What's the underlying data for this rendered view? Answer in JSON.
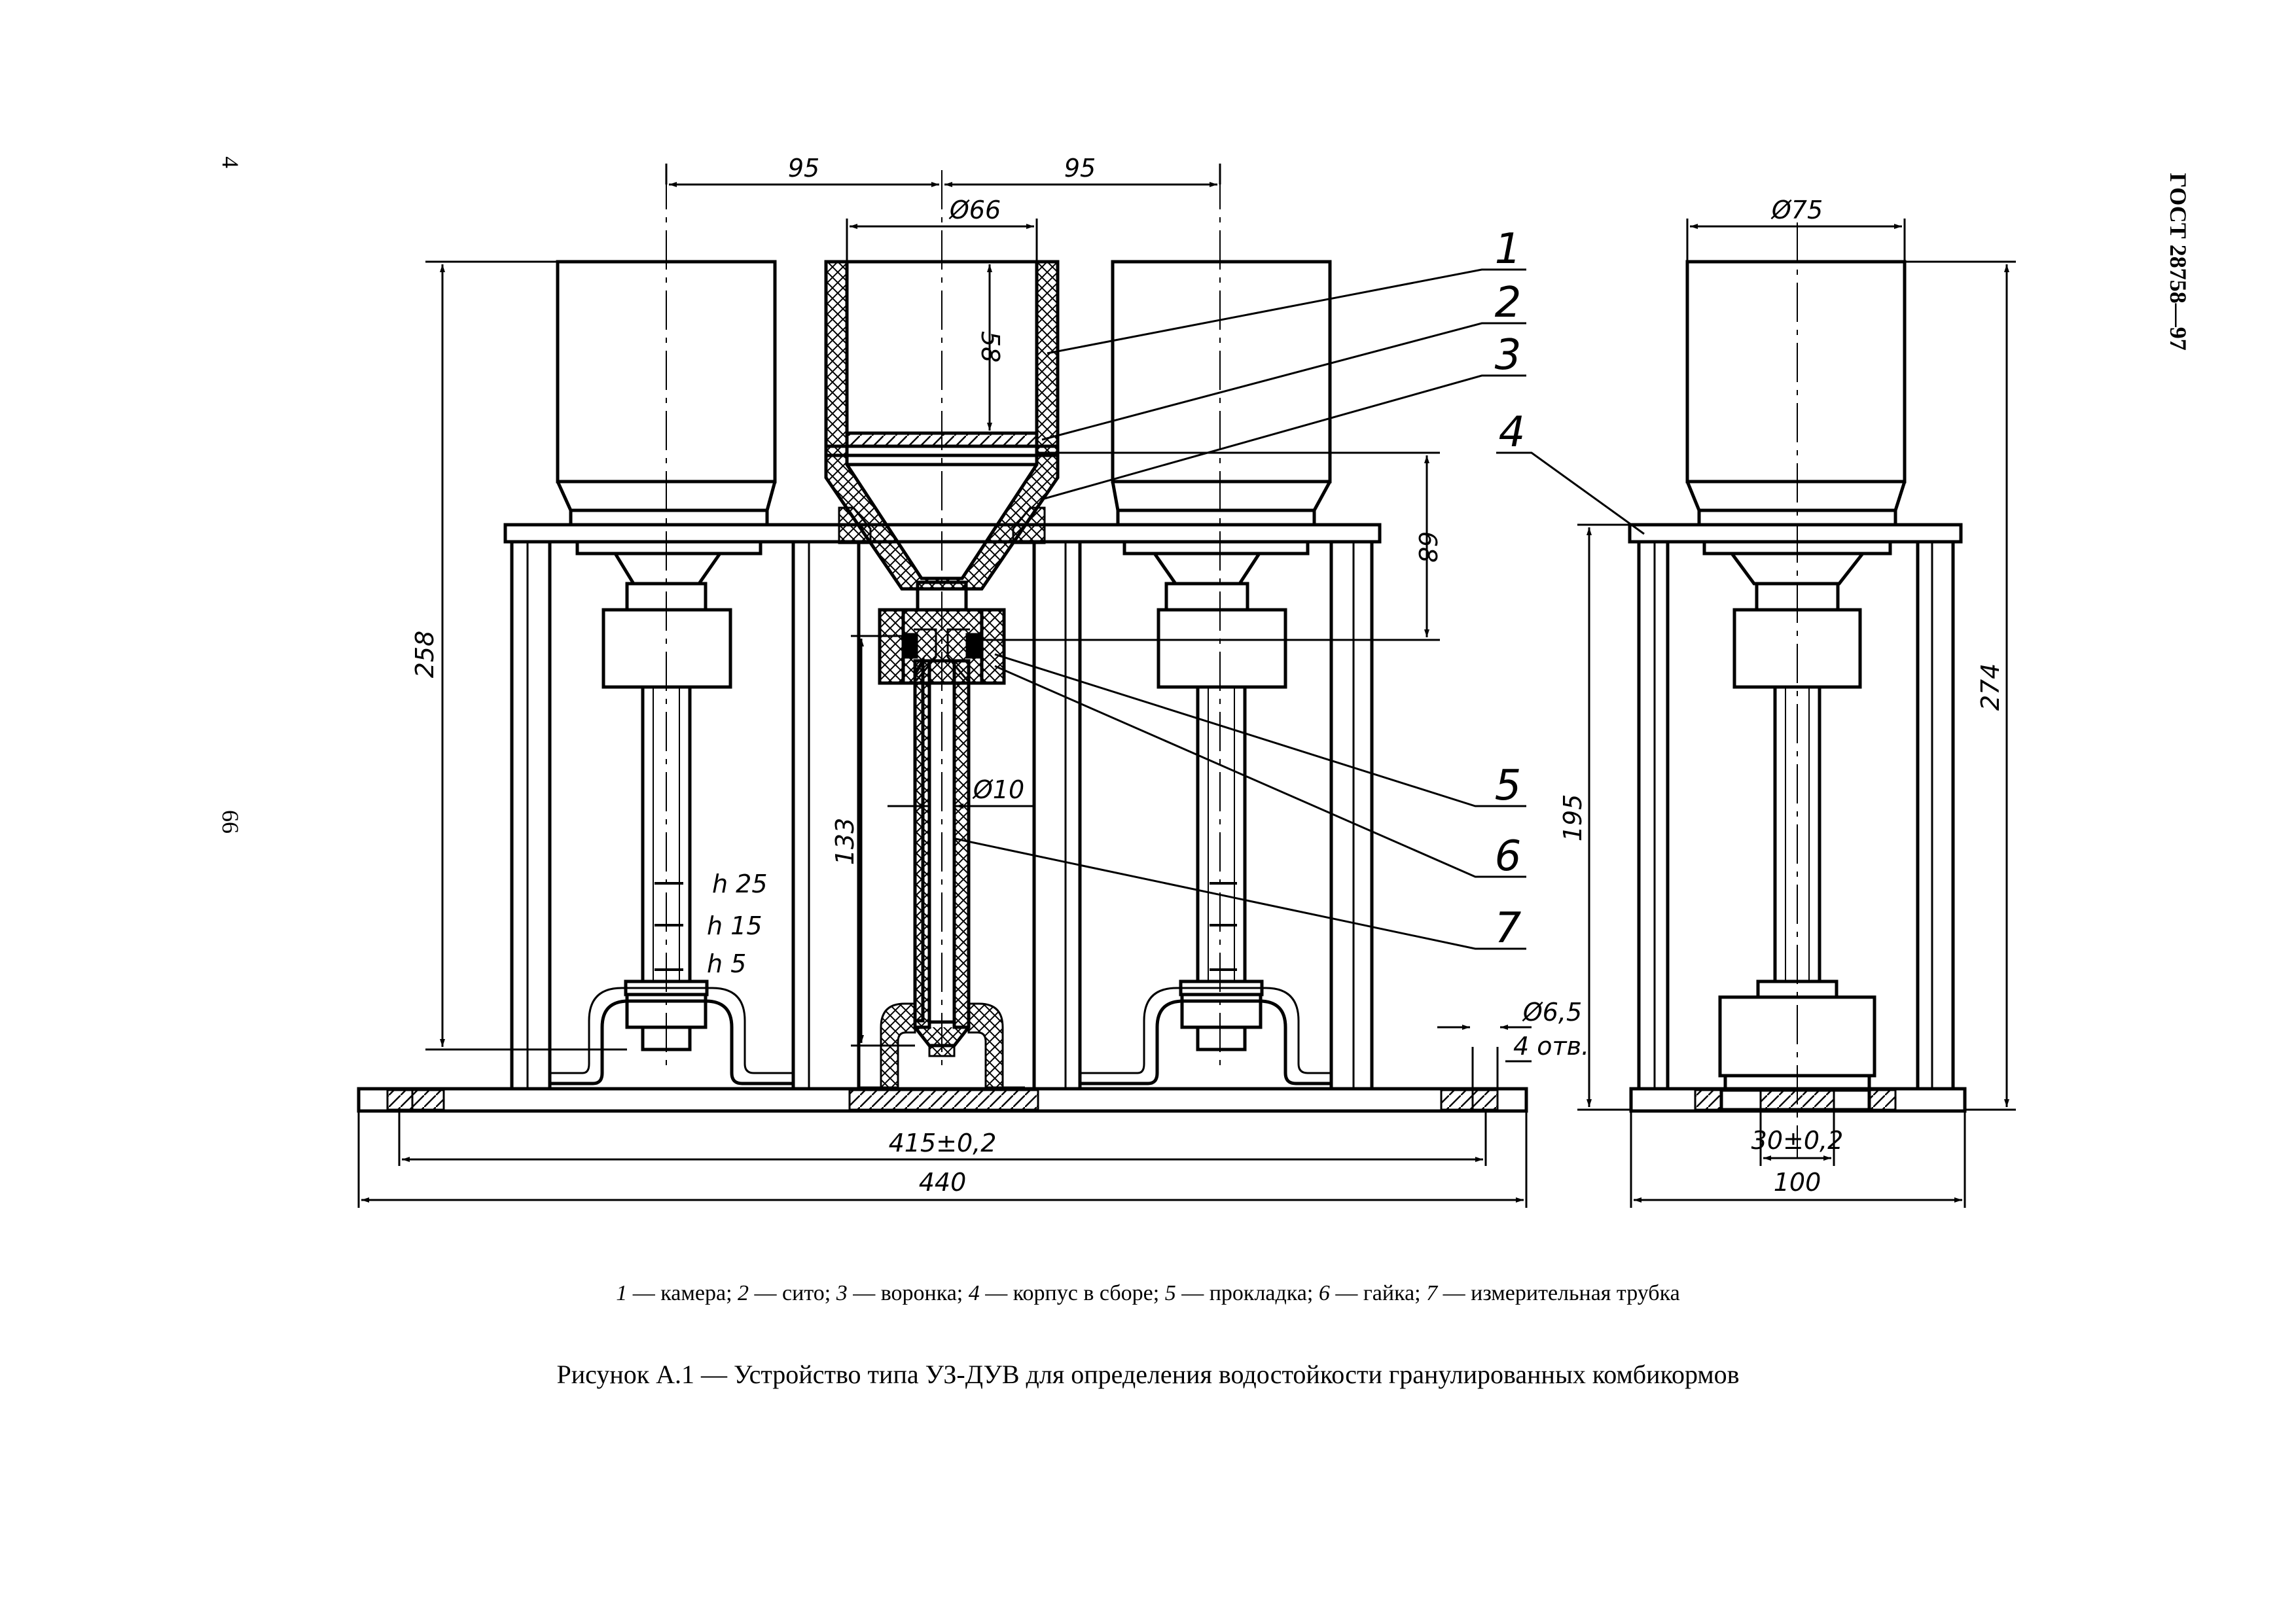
{
  "page": {
    "page_number": "4",
    "side_number": "66",
    "standard": "ГОСТ 28758—97"
  },
  "drawing": {
    "dims": {
      "d95_left": "95",
      "d95_right": "95",
      "d66": "Ø66",
      "d58": "58",
      "d258": "258",
      "d68": "68",
      "d133": "133",
      "d10": "Ø10",
      "d65": "Ø6,5",
      "holes": "4 отв.",
      "d415": "415±0,2",
      "d440": "440",
      "d75": "Ø75",
      "d274": "274",
      "d195": "195",
      "d30": "30±0,2",
      "d100": "100"
    },
    "marks": {
      "h25": "h 25",
      "h15": "h 15",
      "h5": "h 5"
    },
    "leaders": [
      "1",
      "2",
      "3",
      "4",
      "5",
      "6",
      "7"
    ]
  },
  "legend": [
    {
      "num": "1",
      "text": "— камера;"
    },
    {
      "num": "2",
      "text": "— сито;"
    },
    {
      "num": "3",
      "text": "— воронка;"
    },
    {
      "num": "4",
      "text": "— корпус в сборе;"
    },
    {
      "num": "5",
      "text": "— прокладка;"
    },
    {
      "num": "6",
      "text": "— гайка;"
    },
    {
      "num": "7",
      "text": "— измерительная трубка"
    }
  ],
  "caption": "Рисунок А.1 — Устройство типа УЗ-ДУВ для определения водостойкости гранулированных комбикормов"
}
